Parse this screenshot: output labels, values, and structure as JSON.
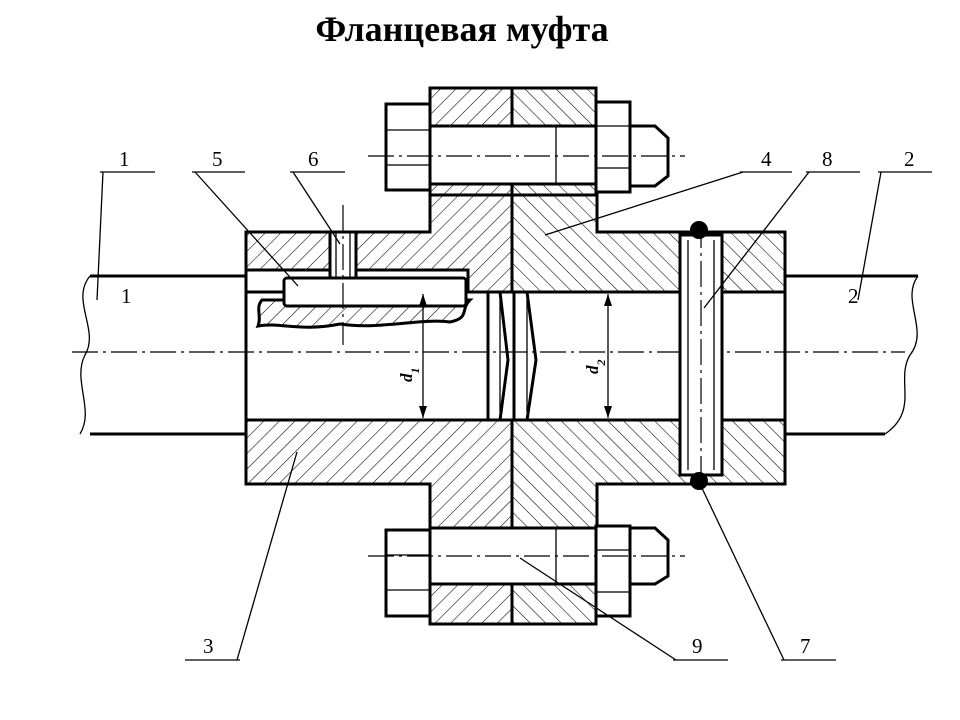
{
  "title": "Фланцевая муфта",
  "labels": {
    "l1": "1",
    "l2": "2",
    "l3": "3",
    "l4": "4",
    "l5": "5",
    "l6": "6",
    "l7": "7",
    "l8": "8",
    "l9": "9"
  },
  "dims": {
    "d1": "d",
    "d1_sub": "1",
    "d2": "d",
    "d2_sub": "2"
  }
}
